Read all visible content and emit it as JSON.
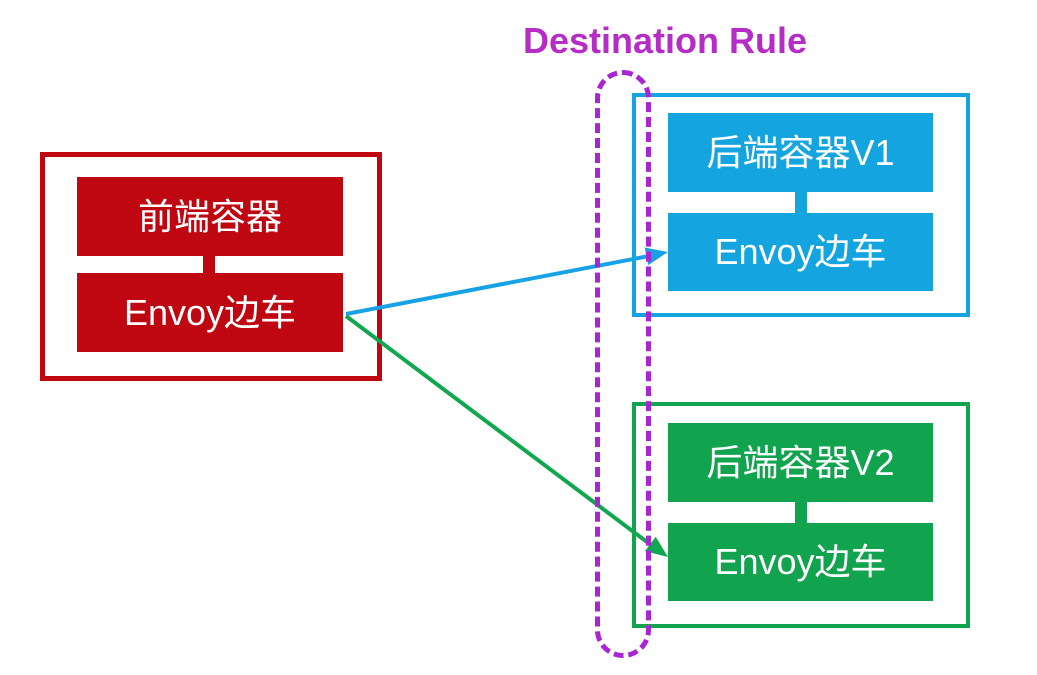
{
  "title": "Destination Rule",
  "colors": {
    "background": "#FFFFFF",
    "title_magenta": "#B52DC6",
    "dashed_rule_magenta": "#A726D1",
    "frontend_red": "#BF0711",
    "backend_v1_blue": "#14A5E0",
    "backend_v2_green": "#12A34F",
    "box_text_white": "#FFFFFF"
  },
  "frontend": {
    "container": "前端容器",
    "sidecar": "Envoy边车"
  },
  "backend_v1": {
    "container": "后端容器V1",
    "sidecar": "Envoy边车"
  },
  "backend_v2": {
    "container": "后端容器V2",
    "sidecar": "Envoy边车"
  },
  "arrows": [
    {
      "from": "frontend-envoy-sidecar",
      "to": "backend-v1-envoy-sidecar",
      "color": "#18A2E6"
    },
    {
      "from": "frontend-envoy-sidecar",
      "to": "backend-v2-envoy-sidecar",
      "color": "#10A750"
    }
  ]
}
